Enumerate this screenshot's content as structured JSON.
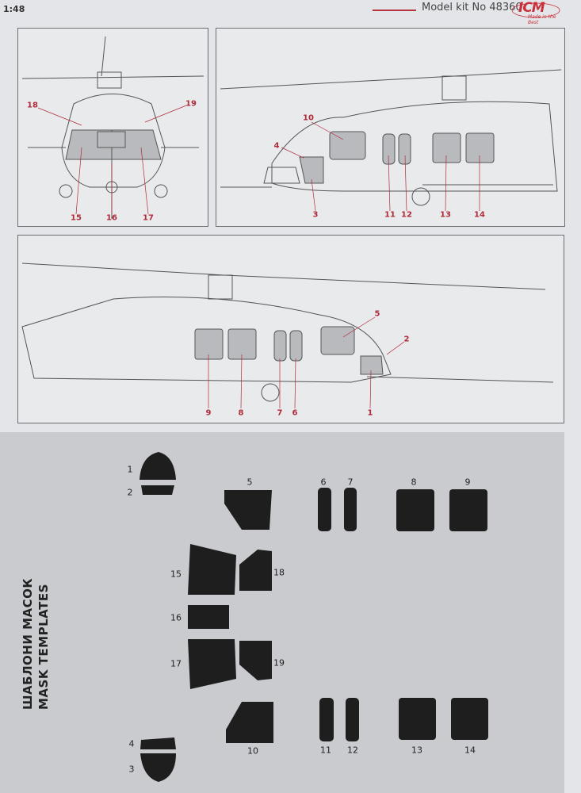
{
  "header": {
    "scale": "1:48",
    "kit_number": "Model kit No 48360",
    "logo": "ICM",
    "logo_tagline": "Made in the Best"
  },
  "front_view": {
    "callouts": [
      "18",
      "19",
      "15",
      "16",
      "17"
    ]
  },
  "right_side_view": {
    "callouts": [
      "10",
      "4",
      "3",
      "11",
      "12",
      "13",
      "14"
    ]
  },
  "left_side_view": {
    "callouts": [
      "5",
      "2",
      "9",
      "8",
      "7",
      "6",
      "1"
    ]
  },
  "mask_templates": {
    "title_ua": "ШАБЛОНИ МАСОК",
    "title_en": "MASK TEMPLATES",
    "labels": [
      "1",
      "2",
      "5",
      "6",
      "7",
      "8",
      "9",
      "15",
      "18",
      "16",
      "17",
      "19",
      "10",
      "11",
      "12",
      "13",
      "14",
      "4",
      "3"
    ]
  },
  "colors": {
    "callout": "#b02a3a",
    "mask": "#1e1e1e",
    "mask_bg": "#c9cbce"
  }
}
